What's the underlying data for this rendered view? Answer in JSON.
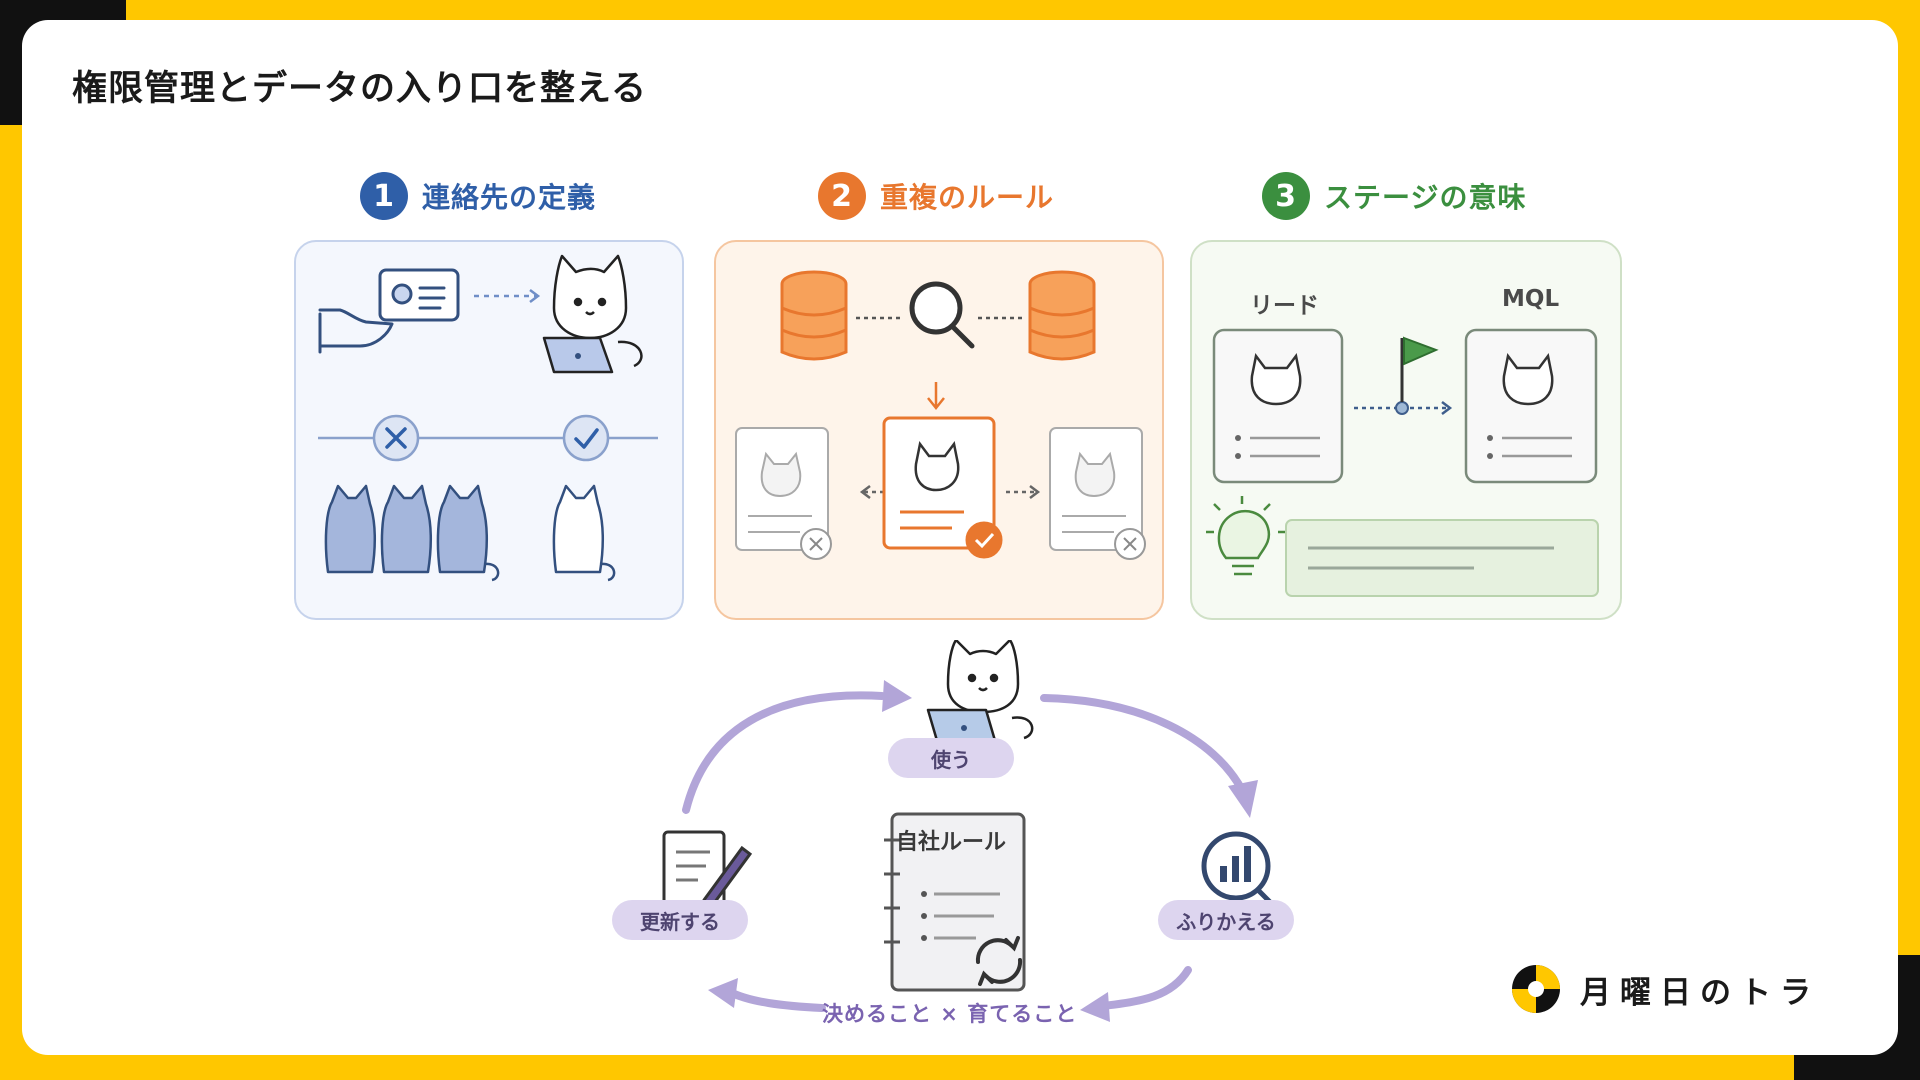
{
  "page_title": "権限管理とデータの入り口を整える",
  "steps": [
    {
      "number": "1",
      "title": "連絡先の定義",
      "color": "#2F5FA8"
    },
    {
      "number": "2",
      "title": "重複のルール",
      "color": "#E8772E"
    },
    {
      "number": "3",
      "title": "ステージの意味",
      "color": "#3B8F3F"
    }
  ],
  "stages": {
    "from": "リード",
    "to": "MQL"
  },
  "cycle": {
    "use": "使う",
    "review": "ふりかえる",
    "update": "更新する",
    "rules_title": "自社ルール",
    "caption": "決めること × 育てること"
  },
  "brand": {
    "name": "月曜日のトラ"
  },
  "icons": [
    "hand-card-icon",
    "cat-laptop-icon",
    "cross-circle-icon",
    "check-circle-icon",
    "cats-icon",
    "database-icon",
    "magnifier-icon",
    "flag-icon",
    "lightbulb-icon",
    "document-pen-icon",
    "chart-magnifier-icon",
    "refresh-icon",
    "brand-logo-icon"
  ]
}
